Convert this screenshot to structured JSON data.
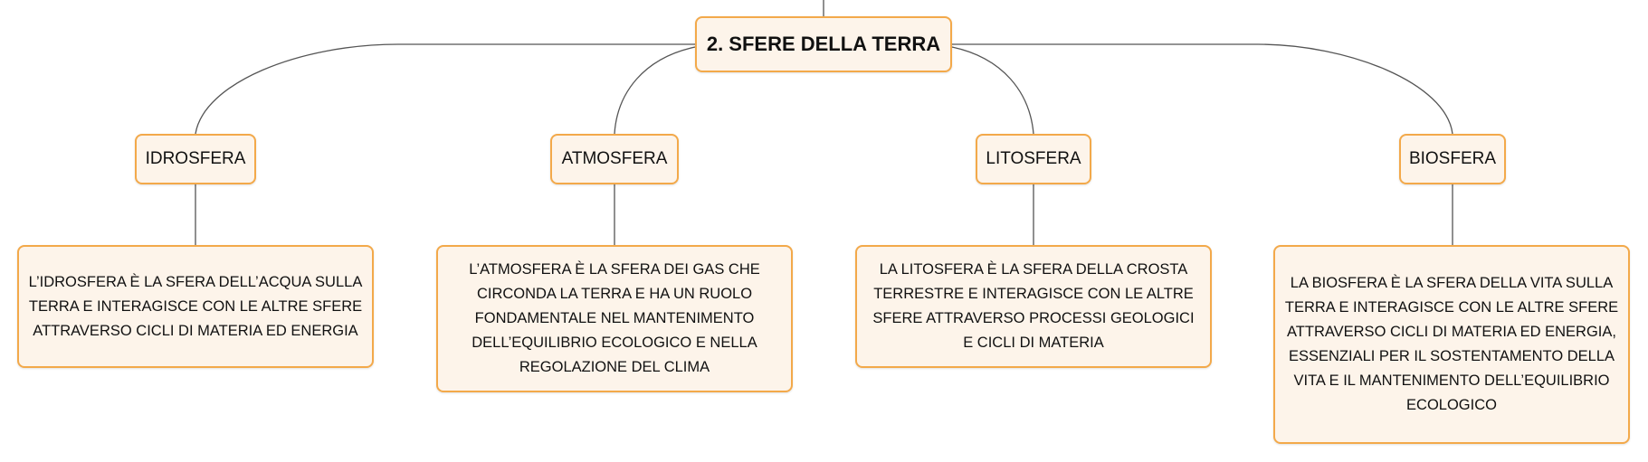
{
  "diagram": {
    "root": {
      "label": "2. SFERE DELLA TERRA"
    },
    "topics": [
      {
        "id": "idrosfera",
        "label": "IDROSFERA",
        "description": "L’IDROSFERA È LA SFERA DELL’ACQUA SULLA TERRA E INTERAGISCE CON LE ALTRE SFERE ATTRAVERSO CICLI DI MATERIA ED ENERGIA"
      },
      {
        "id": "atmosfera",
        "label": "ATMOSFERA",
        "description": "L’ATMOSFERA È LA SFERA DEI GAS CHE CIRCONDA LA TERRA E HA UN RUOLO FONDAMENTALE NEL MANTENIMENTO DELL’EQUILIBRIO ECOLOGICO E NELLA REGOLAZIONE DEL CLIMA"
      },
      {
        "id": "litosfera",
        "label": "LITOSFERA",
        "description": "LA LITOSFERA È LA SFERA DELLA CROSTA TERRESTRE E INTERAGISCE CON LE ALTRE SFERE ATTRAVERSO PROCESSI GEOLOGICI E CICLI DI MATERIA"
      },
      {
        "id": "biosfera",
        "label": "BIOSFERA",
        "description": "LA BIOSFERA È LA SFERA DELLA VITA SULLA TERRA E INTERAGISCE CON LE ALTRE SFERE ATTRAVERSO CICLI DI MATERIA ED ENERGIA, ESSENZIALI PER IL SOSTENTAMENTO DELLA VITA E IL MANTENIMENTO DELL’EQUILIBRIO ECOLOGICO"
      }
    ]
  },
  "colors": {
    "node_border": "#f3a94a",
    "node_fill": "#fdf4ea",
    "connector": "#555555",
    "text": "#111111"
  }
}
